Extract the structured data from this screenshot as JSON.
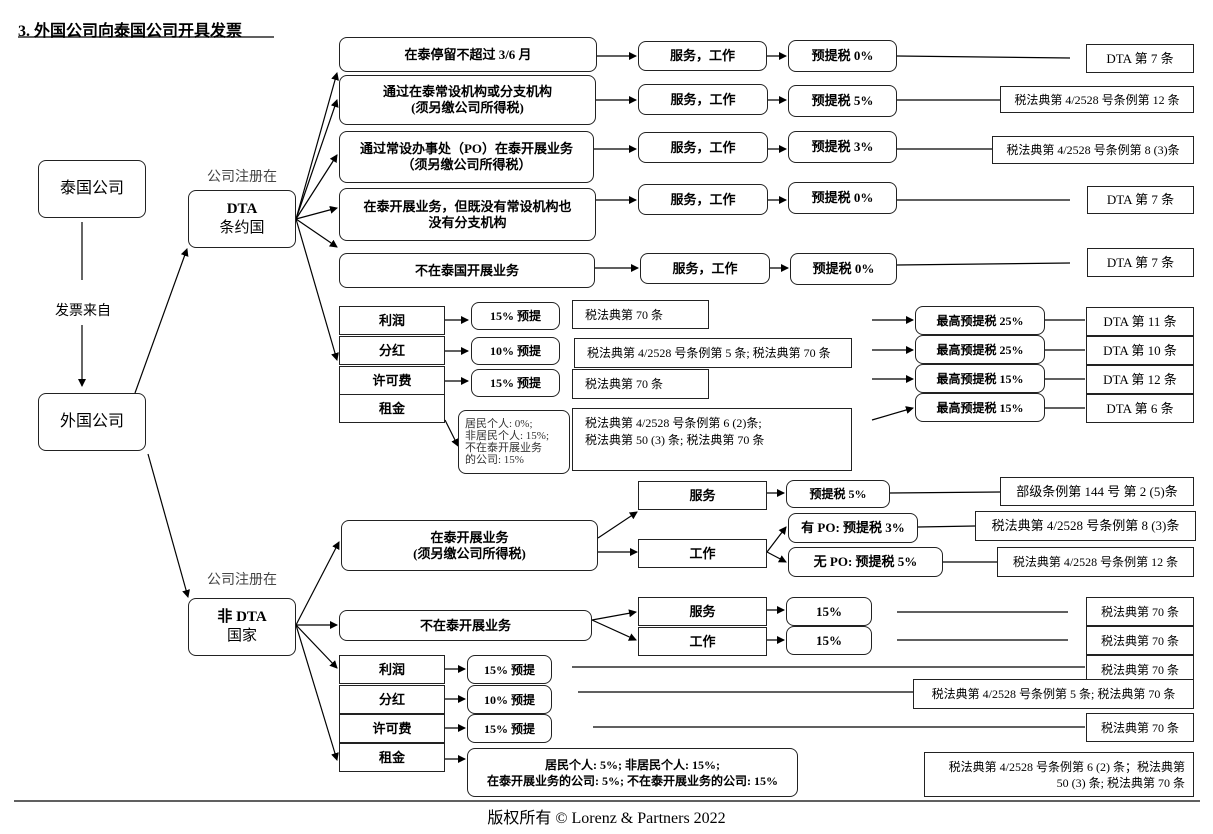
{
  "title": "3. 外国公司向泰国公司开具发票",
  "footer": "版权所有 © Lorenz & Partners 2022",
  "left": {
    "thai": "泰国公司",
    "invoice_from": "发票来自",
    "foreign": "外国公司"
  },
  "dta": {
    "registered": "公司注册在",
    "label_l1": "DTA",
    "label_l2": "条约国"
  },
  "nondta": {
    "registered": "公司注册在",
    "label_l1": "非 DTA",
    "label_l2": "国家"
  },
  "dta_rows": [
    {
      "cond": [
        "在泰停留不超过  3/6  月"
      ],
      "type": "服务，工作",
      "tax": "预提税 0%",
      "ref": "DTA 第 7 条"
    },
    {
      "cond": [
        "通过在泰常设机构或分支机构",
        "(须另缴公司所得税)"
      ],
      "type": "服务，工作",
      "tax": "预提税 5%",
      "ref": "税法典第 4/2528 号条例第 12 条"
    },
    {
      "cond": [
        "通过常设办事处（PO）在泰开展业务",
        "（须另缴公司所得税）"
      ],
      "type": "服务，工作",
      "tax": "预提税 3%",
      "ref": "税法典第 4/2528 号条例第 8 (3)条"
    },
    {
      "cond": [
        "在泰开展业务，但既没有常设机构也",
        "没有分支机构"
      ],
      "type": "服务，工作",
      "tax": "预提税 0%",
      "ref": "DTA 第 7 条"
    },
    {
      "cond": [
        "不在泰国开展业务"
      ],
      "type": "服务，工作",
      "tax": "预提税 0%",
      "ref": "DTA 第 7 条"
    }
  ],
  "dta_income": [
    {
      "label": "利润",
      "wht": "15% 预提",
      "law": "税法典第 70 条",
      "max": "最高预提税 25%",
      "ref": "DTA 第 11 条"
    },
    {
      "label": "分红",
      "wht": "10% 预提",
      "law": "税法典第 4/2528 号条例第 5 条; 税法典第 70 条",
      "max": "最高预提税 25%",
      "ref": "DTA 第 10 条"
    },
    {
      "label": "许可费",
      "wht": "15% 预提",
      "law": "税法典第 70 条",
      "max": "最高预提税 15%",
      "ref": "DTA 第 12 条"
    },
    {
      "label": "租金",
      "wht": [
        "居民个人: 0%;",
        "非居民个人: 15%;",
        "不在泰开展业务",
        "的公司: 15%"
      ],
      "law": [
        "税法典第 4/2528 号条例第 6 (2)条;",
        "税法典第 50 (3) 条; 税法典第 70 条"
      ],
      "max": "最高预提税 15%",
      "ref": "DTA 第 6 条"
    }
  ],
  "nondta_biz": {
    "cond": [
      "在泰开展业务",
      "(须另缴公司所得税)"
    ],
    "service": "服务",
    "service_tax": "预提税 5%",
    "service_ref": "部级条例第 144 号 第 2 (5)条",
    "work": "工作",
    "po": "有 PO: 预提税 3%",
    "po_ref": "税法典第 4/2528 号条例第 8 (3)条",
    "nopo": "无 PO: 预提税 5%",
    "nopo_ref": "税法典第 4/2528 号条例第 12 条"
  },
  "nondta_nobiz": {
    "cond": "不在泰开展业务",
    "service": "服务",
    "service_tax": "15%",
    "service_ref": "税法典第 70 条",
    "work": "工作",
    "work_tax": "15%",
    "work_ref": "税法典第 70 条"
  },
  "nondta_income": [
    {
      "label": "利润",
      "wht": "15% 预提",
      "ref": "税法典第 70 条"
    },
    {
      "label": "分红",
      "wht": "10% 预提",
      "ref": "税法典第 4/2528 号条例第 5 条; 税法典第 70 条"
    },
    {
      "label": "许可费",
      "wht": "15% 预提",
      "ref": "税法典第 70 条"
    },
    {
      "label": "租金",
      "wht": [
        "居民个人: 5%; 非居民个人: 15%;",
        "在泰开展业务的公司: 5%; 不在泰开展业务的公司: 15%"
      ],
      "ref": [
        "税法典第 4/2528 号条例第 6 (2) 条；税法典第",
        "50 (3) 条; 税法典第 70 条"
      ]
    }
  ]
}
